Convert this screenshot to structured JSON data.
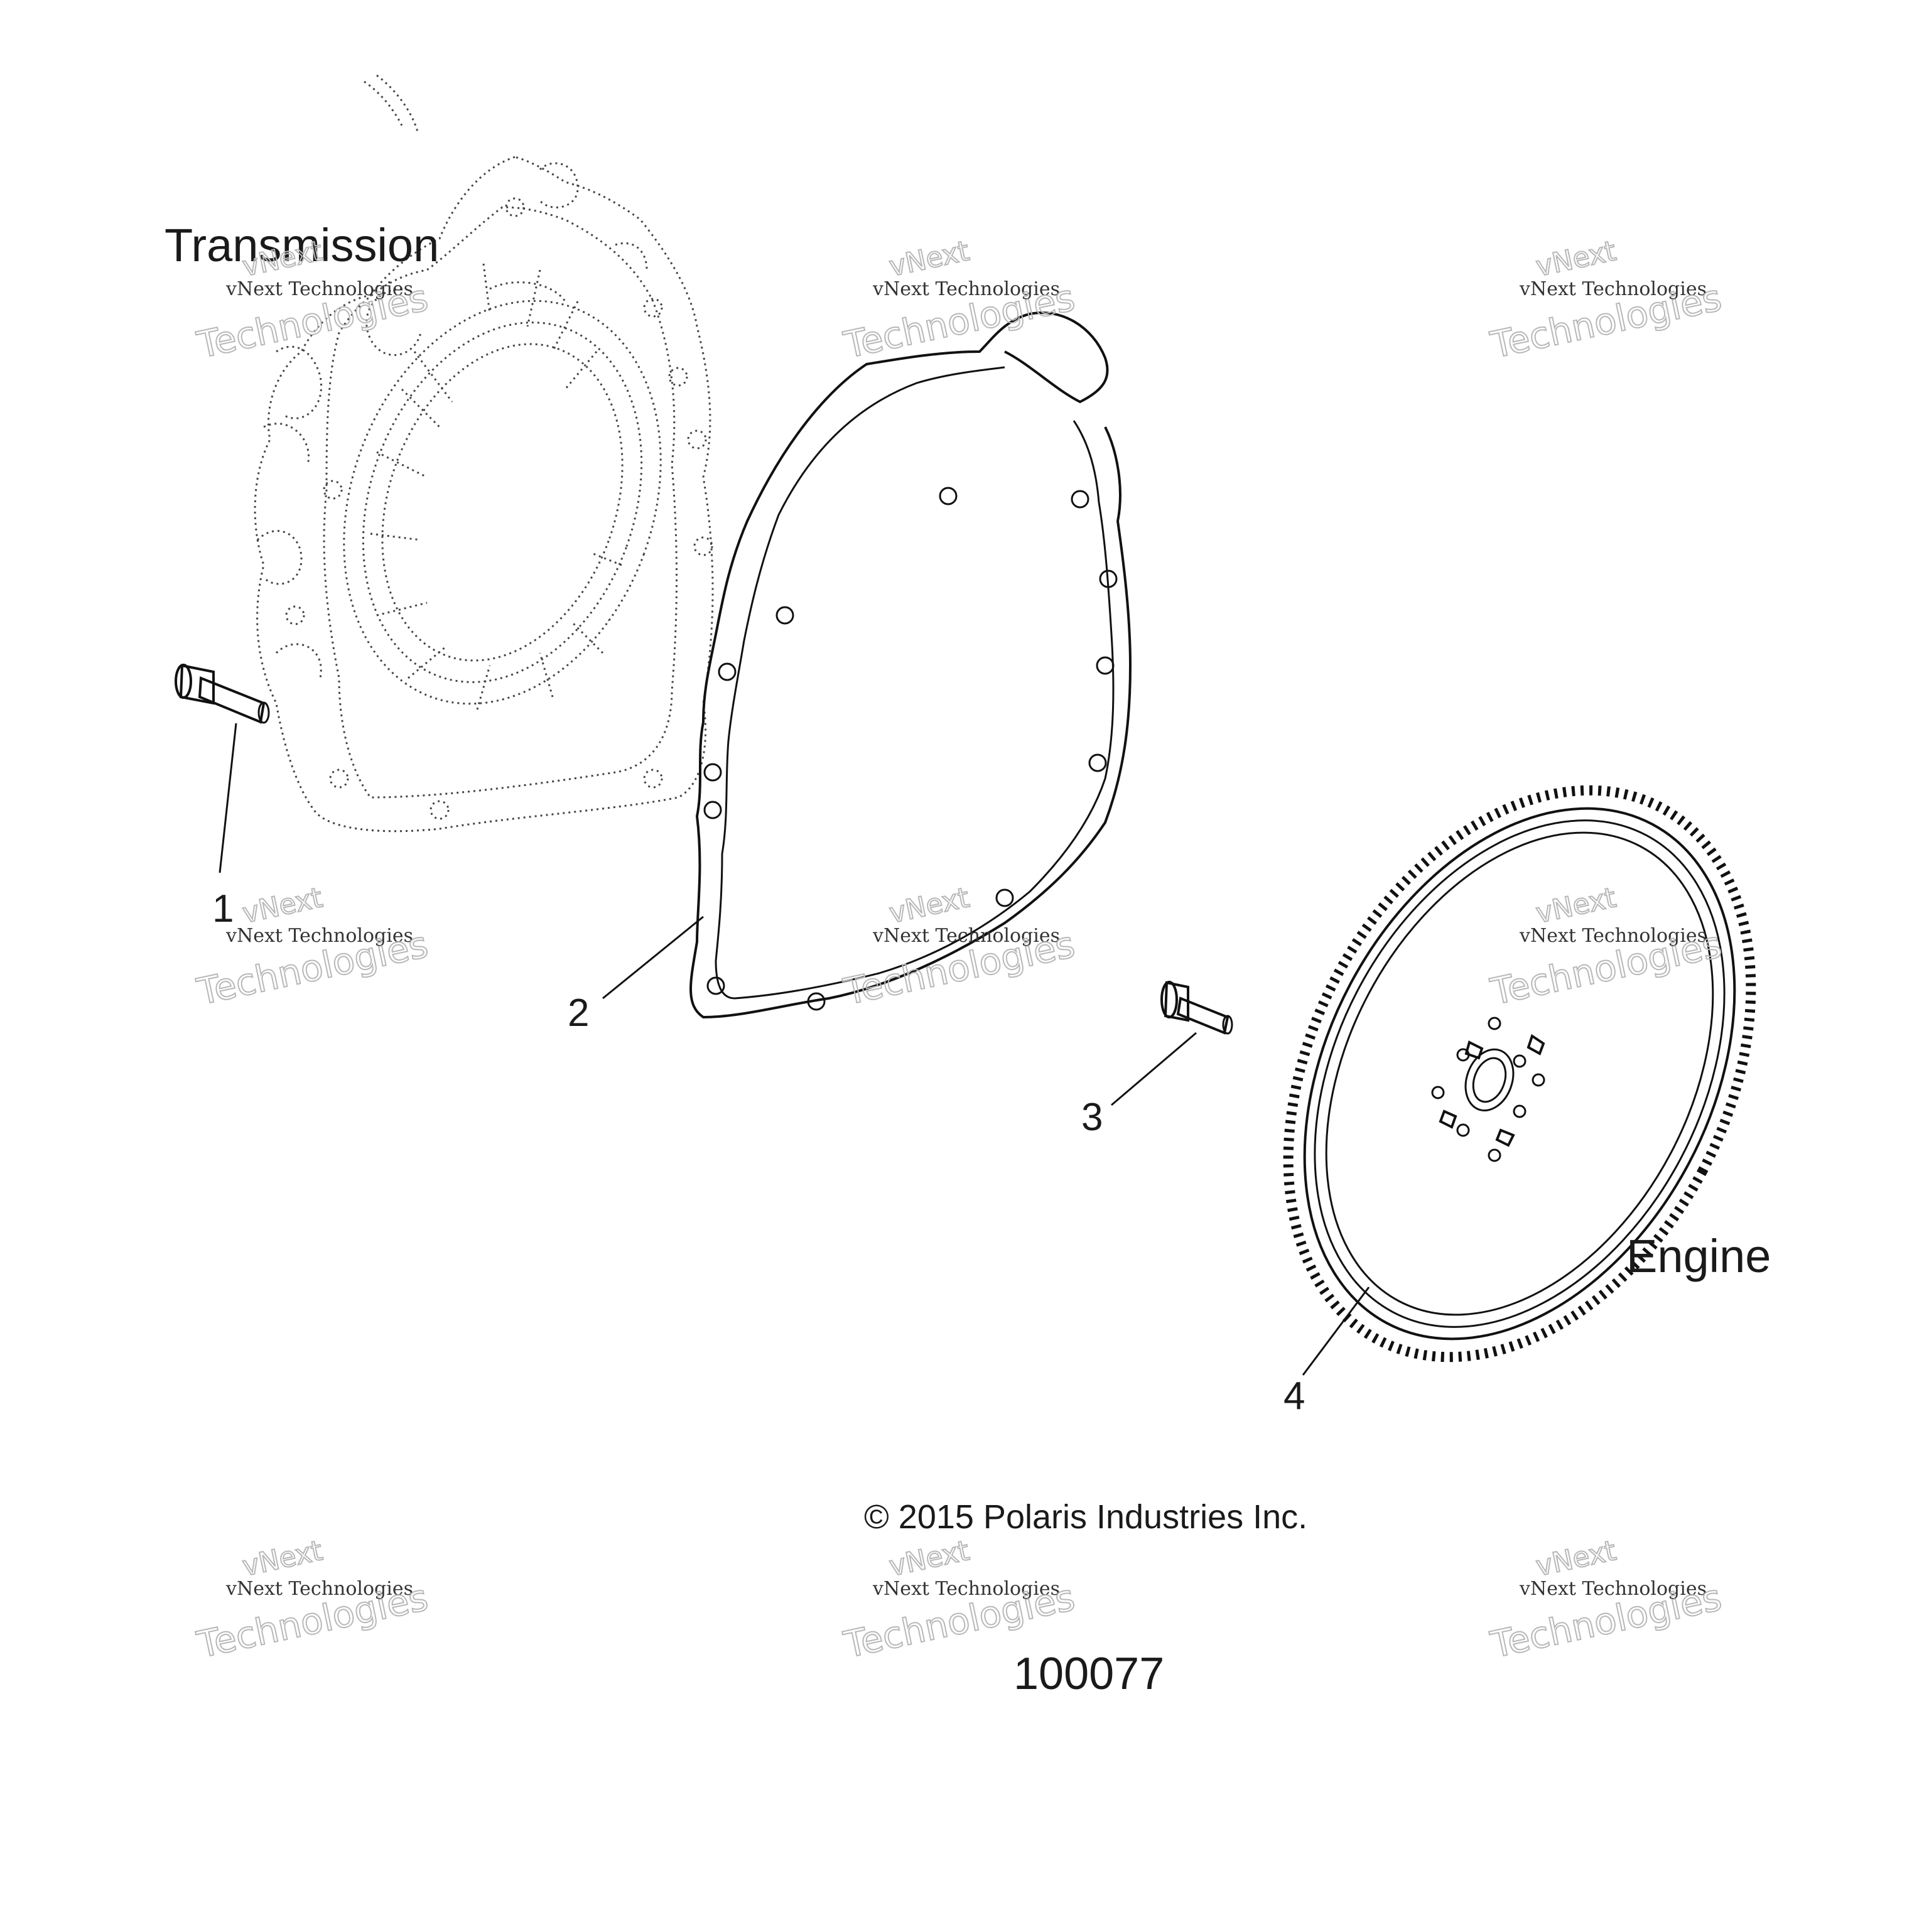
{
  "diagram": {
    "labels": {
      "transmission": "Transmission",
      "engine": "Engine"
    },
    "callouts": [
      "1",
      "2",
      "3",
      "4"
    ],
    "parts": [
      {
        "callout": "1",
        "icon": "bolt-icon"
      },
      {
        "callout": "2",
        "icon": "gasket-icon"
      },
      {
        "callout": "3",
        "icon": "bolt-icon"
      },
      {
        "callout": "4",
        "icon": "flywheel-icon"
      }
    ],
    "copyright": "© 2015 Polaris Industries Inc.",
    "figure_number": "100077",
    "watermark": {
      "line1": "vNext Technologies",
      "line2": "vNext",
      "line3": "Technologies"
    }
  }
}
